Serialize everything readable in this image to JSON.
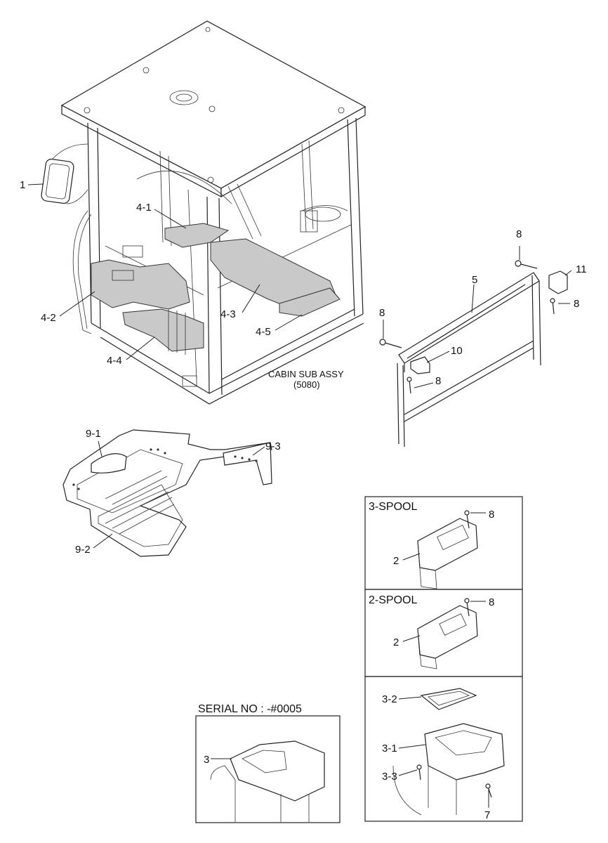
{
  "labels": {
    "l1": "1",
    "l4_1": "4-1",
    "l4_2": "4-2",
    "l4_3": "4-3",
    "l4_4": "4-4",
    "l4_5": "4-5",
    "l5": "5",
    "l8_top": "8",
    "l8_left": "8",
    "l8_right": "8",
    "l8_mid": "8",
    "l10": "10",
    "l11": "11",
    "l9_1": "9-1",
    "l9_2": "9-2",
    "l9_3": "9-3",
    "l2_a": "2",
    "l8_a": "8",
    "l2_b": "2",
    "l8_b": "8",
    "l3_2": "3-2",
    "l3_1": "3-1",
    "l3_3": "3-3",
    "l7": "7",
    "l3": "3"
  },
  "captions": {
    "cabin_line1": "CABIN SUB ASSY",
    "cabin_line2": "(5080)"
  },
  "panels": {
    "spool3": "3-SPOOL",
    "spool2": "2-SPOOL",
    "serial": "SERIAL NO : -#0005"
  }
}
